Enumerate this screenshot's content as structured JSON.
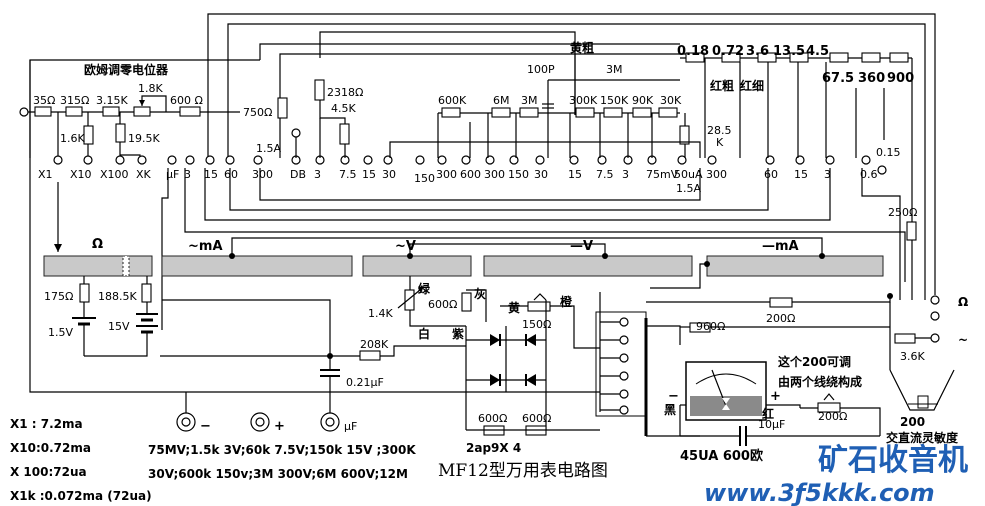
{
  "title": "MF12型万用表电路图",
  "watermark": {
    "cn": "矿石收音机",
    "url": "www.3ƒ5kkk.com"
  },
  "ohm_zero_pot": "欧姆调零电位器",
  "ohm_section": {
    "resistors": [
      "35Ω",
      "315Ω",
      "3.15K",
      "1.8K",
      "600 Ω",
      "1.6K",
      "19.5K"
    ],
    "ranges": [
      "X1",
      "X10",
      "X100",
      "XK"
    ]
  },
  "terminals_top": [
    "μF",
    "3",
    "15",
    "60",
    "300",
    "DB",
    "3",
    "7.5",
    "15",
    "30",
    "150",
    "300",
    "600",
    "300",
    "150",
    "30",
    "15",
    "7.5",
    "3",
    "75mV",
    "50uA",
    "1.5A",
    "300",
    "60",
    "15",
    "3",
    "0.6",
    "0.15"
  ],
  "labels_mid": {
    "r750": "750Ω",
    "r2318": "2318Ω",
    "r45k": "4.5K",
    "a15": "1.5A",
    "r100p": "100P",
    "r3m": "3M",
    "r600k": "600K",
    "r6m": "6M",
    "r3m2": "3M",
    "r300k": "300K",
    "r150k": "150K",
    "r90k": "90K",
    "r30k": "30K",
    "r285": "28.5",
    "r285k": "K",
    "coarse_yellow": "黄粗",
    "coarse_red": "红粗",
    "fine_red": "红细",
    "r250": "250Ω"
  },
  "top_right_values": [
    "0.18",
    "0.72",
    "3.6",
    "13.5",
    "4.5"
  ],
  "top_right_values2": [
    "67.5",
    "360",
    "900"
  ],
  "scale_bars": [
    "Ω",
    "~mA",
    "~V",
    "—V",
    "—mA"
  ],
  "lower_left": {
    "r175": "175Ω",
    "r1885k": "188.5K",
    "v15": "1.5V",
    "v15b": "15V",
    "r14k": "1.4K",
    "r600": "600Ω",
    "r208k": "208K",
    "c021": "0.21μF"
  },
  "colors_labels": {
    "green": "绿",
    "white": "白",
    "grey": "灰",
    "purple": "紫",
    "yellow": "黄",
    "orange": "橙"
  },
  "r150": "150Ω",
  "r960": "960Ω",
  "r200": "200Ω",
  "r200b": "200Ω",
  "r600a": "600Ω",
  "r600b": "600Ω",
  "r36k": "3.6K",
  "black": "黑",
  "red": "红",
  "c10": "10μF",
  "meter_spec": "45UA 600欧",
  "diodes": "2ap9X 4",
  "pot_note1": "这个200可调",
  "pot_note2": "由两个线绕构成",
  "sens_value": "200",
  "sens_label": "交直流灵敏度",
  "ohm_sym": "Ω",
  "ac_sym": "~",
  "jacks": [
    "−",
    "+",
    "μF"
  ],
  "currents": [
    "X1 : 7.2ma",
    "X10:0.72ma",
    "X 100:72ua",
    "X1k :0.072ma (72ua)"
  ],
  "sensitivity": [
    "75MV;1.5k 3V;60k 7.5V;150k 15V ;300K",
    "30V;600k  150v;3M 300V;6M 600V;12M"
  ]
}
